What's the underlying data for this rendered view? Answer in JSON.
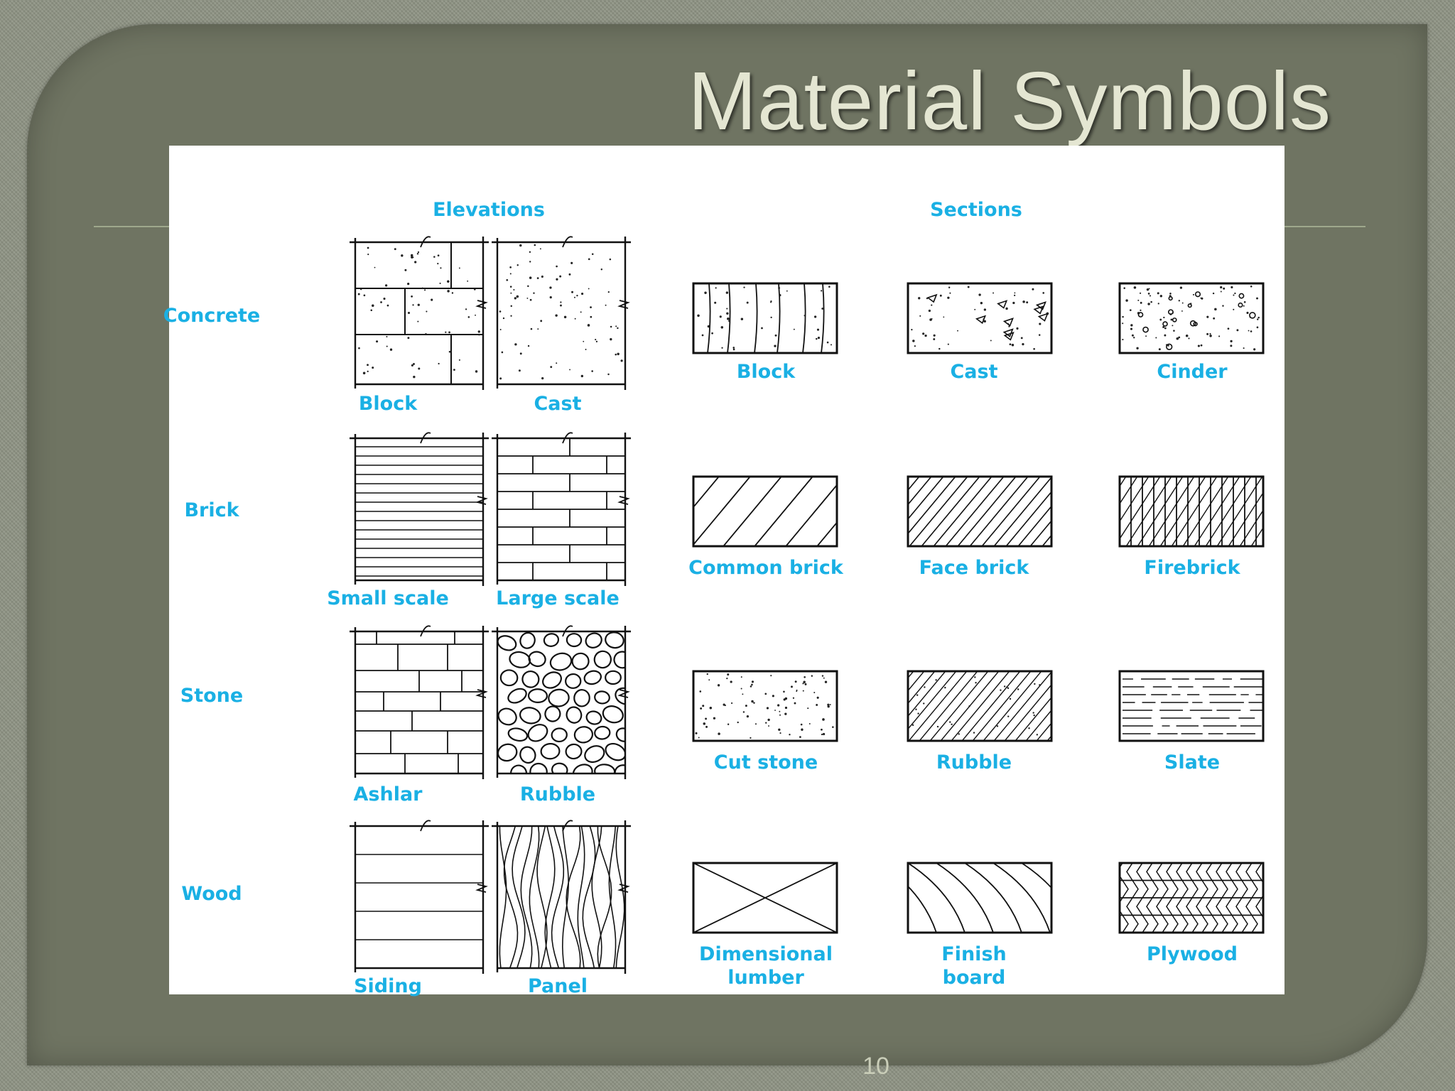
{
  "slide": {
    "title": "Material Symbols",
    "page_number": "10"
  },
  "figure": {
    "headings": {
      "elevations": "Elevations",
      "sections": "Sections"
    },
    "rows": [
      {
        "name": "Concrete",
        "elevations": [
          "Block",
          "Cast"
        ],
        "sections": [
          "Block",
          "Cast",
          "Cinder"
        ]
      },
      {
        "name": "Brick",
        "elevations": [
          "Small scale",
          "Large scale"
        ],
        "sections": [
          "Common brick",
          "Face brick",
          "Firebrick"
        ]
      },
      {
        "name": "Stone",
        "elevations": [
          "Ashlar",
          "Rubble"
        ],
        "sections": [
          "Cut stone",
          "Rubble",
          "Slate"
        ]
      },
      {
        "name": "Wood",
        "elevations": [
          "Siding",
          "Panel"
        ],
        "sections": [
          "Dimensional lumber",
          "Finish board",
          "Plywood"
        ]
      }
    ]
  }
}
